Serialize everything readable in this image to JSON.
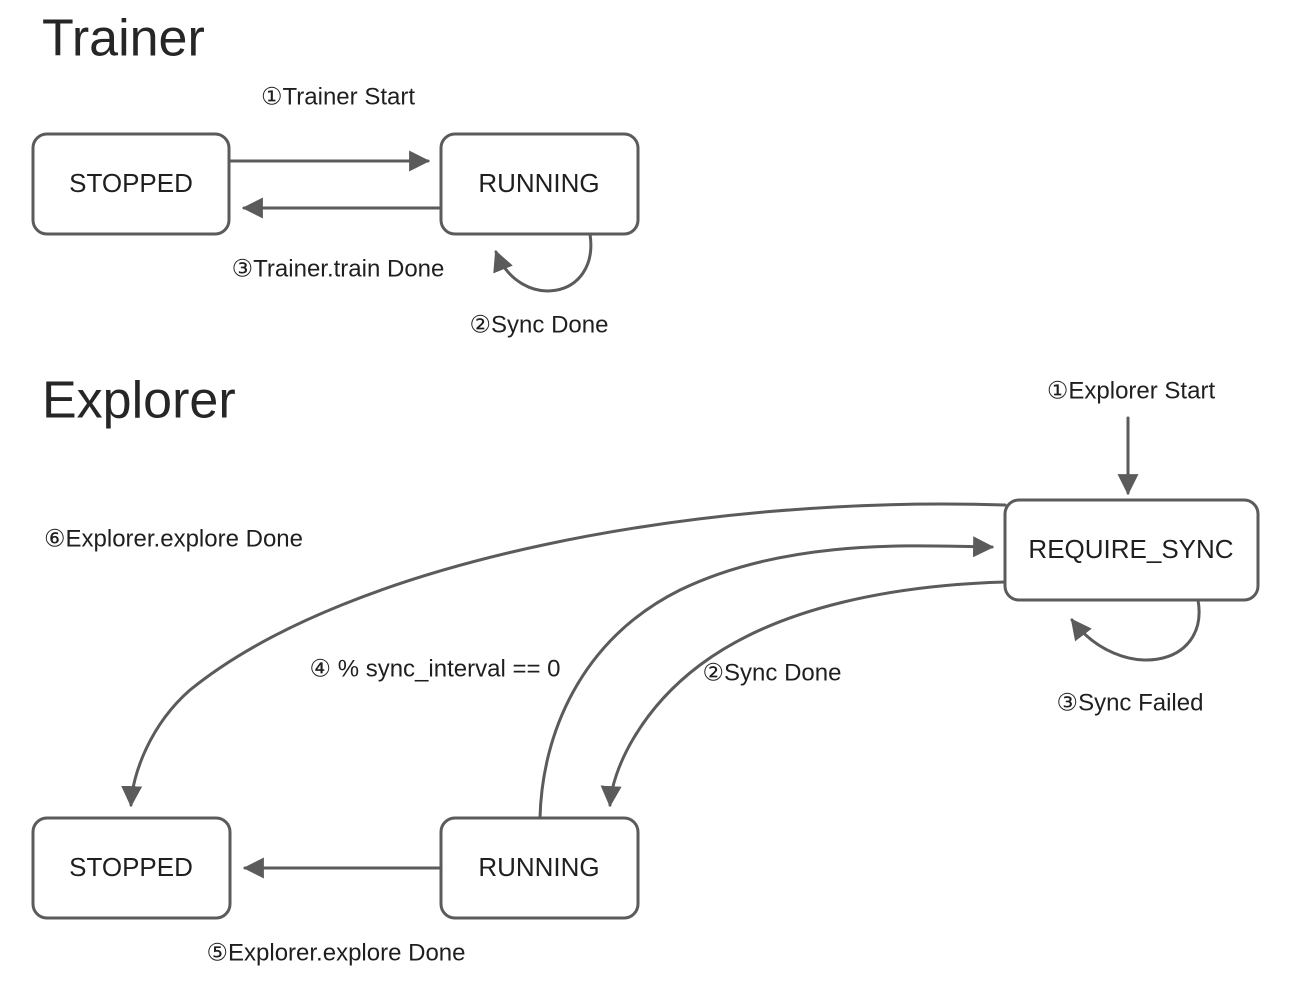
{
  "diagram": {
    "type": "state-machine",
    "background": "#ffffff",
    "stroke_color": "#5b5b5b",
    "text_color": "#1f1f1f",
    "title_color": "#262626",
    "sections": [
      {
        "id": "trainer",
        "title": "Trainer",
        "states": [
          {
            "id": "trainer-stopped",
            "label": "STOPPED"
          },
          {
            "id": "trainer-running",
            "label": "RUNNING"
          }
        ],
        "transitions": [
          {
            "id": "t1",
            "label": "①Trainer Start",
            "from": "STOPPED",
            "to": "RUNNING"
          },
          {
            "id": "t2",
            "label": "②Sync Done",
            "from": "RUNNING",
            "to": "RUNNING"
          },
          {
            "id": "t3",
            "label": "③Trainer.train Done",
            "from": "RUNNING",
            "to": "STOPPED"
          }
        ]
      },
      {
        "id": "explorer",
        "title": "Explorer",
        "states": [
          {
            "id": "explorer-require-sync",
            "label": "REQUIRE_SYNC"
          },
          {
            "id": "explorer-stopped",
            "label": "STOPPED"
          },
          {
            "id": "explorer-running",
            "label": "RUNNING"
          }
        ],
        "transitions": [
          {
            "id": "e1",
            "label": "①Explorer Start",
            "from": "start",
            "to": "REQUIRE_SYNC"
          },
          {
            "id": "e2",
            "label": "②Sync Done",
            "from": "REQUIRE_SYNC",
            "to": "RUNNING"
          },
          {
            "id": "e3",
            "label": "③Sync Failed",
            "from": "REQUIRE_SYNC",
            "to": "REQUIRE_SYNC"
          },
          {
            "id": "e4",
            "label": "④ % sync_interval == 0",
            "from": "RUNNING",
            "to": "REQUIRE_SYNC"
          },
          {
            "id": "e5",
            "label": "⑤Explorer.explore Done",
            "from": "RUNNING",
            "to": "STOPPED"
          },
          {
            "id": "e6",
            "label": "⑥Explorer.explore Done",
            "from": "REQUIRE_SYNC",
            "to": "STOPPED"
          }
        ]
      }
    ]
  }
}
